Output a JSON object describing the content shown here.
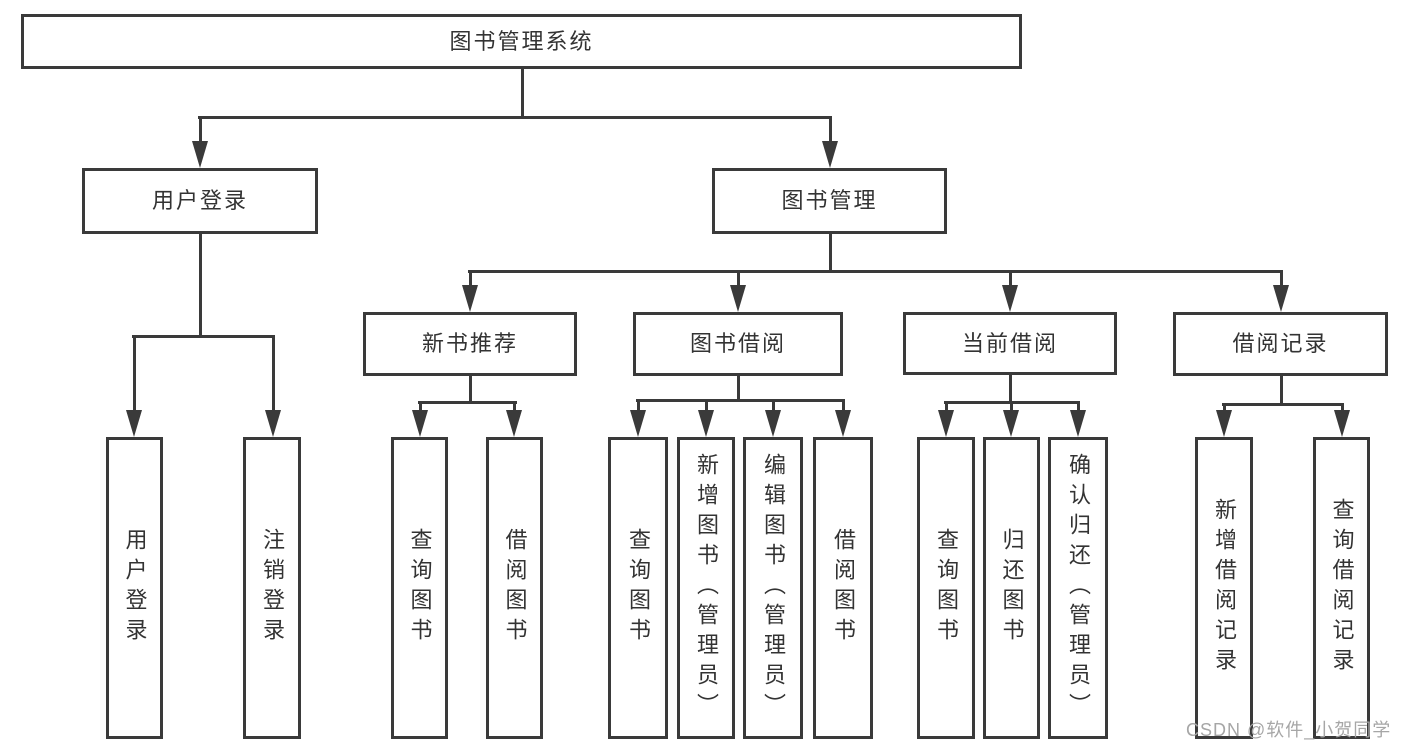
{
  "diagram_title": "图书管理系统",
  "nodes": {
    "root": {
      "label": "图书管理系统"
    },
    "level2": [
      {
        "label": "用户登录"
      },
      {
        "label": "图书管理"
      }
    ],
    "level3": [
      {
        "label": "新书推荐",
        "parent": "图书管理"
      },
      {
        "label": "图书借阅",
        "parent": "图书管理"
      },
      {
        "label": "当前借阅",
        "parent": "图书管理"
      },
      {
        "label": "借阅记录",
        "parent": "图书管理"
      }
    ],
    "leaves": [
      {
        "label": "用户登录",
        "parent": "用户登录"
      },
      {
        "label": "注销登录",
        "parent": "用户登录"
      },
      {
        "label": "查询图书",
        "parent": "新书推荐"
      },
      {
        "label": "借阅图书",
        "parent": "新书推荐"
      },
      {
        "label": "查询图书",
        "parent": "图书借阅"
      },
      {
        "label": "新增图书（管理员）",
        "parent": "图书借阅"
      },
      {
        "label": "编辑图书（管理员）",
        "parent": "图书借阅"
      },
      {
        "label": "借阅图书",
        "parent": "图书借阅"
      },
      {
        "label": "查询图书",
        "parent": "当前借阅"
      },
      {
        "label": "归还图书",
        "parent": "当前借阅"
      },
      {
        "label": "确认归还（管理员）",
        "parent": "当前借阅"
      },
      {
        "label": "新增借阅记录",
        "parent": "借阅记录"
      },
      {
        "label": "查询借阅记录",
        "parent": "借阅记录"
      }
    ]
  },
  "watermark": {
    "text": "CSDN @软件_小贺同学"
  },
  "colors": {
    "line": "#3a3a3a",
    "box_border": "#3a3a3a",
    "text": "#333333",
    "watermark": "#a6a6a6",
    "background": "#ffffff"
  }
}
